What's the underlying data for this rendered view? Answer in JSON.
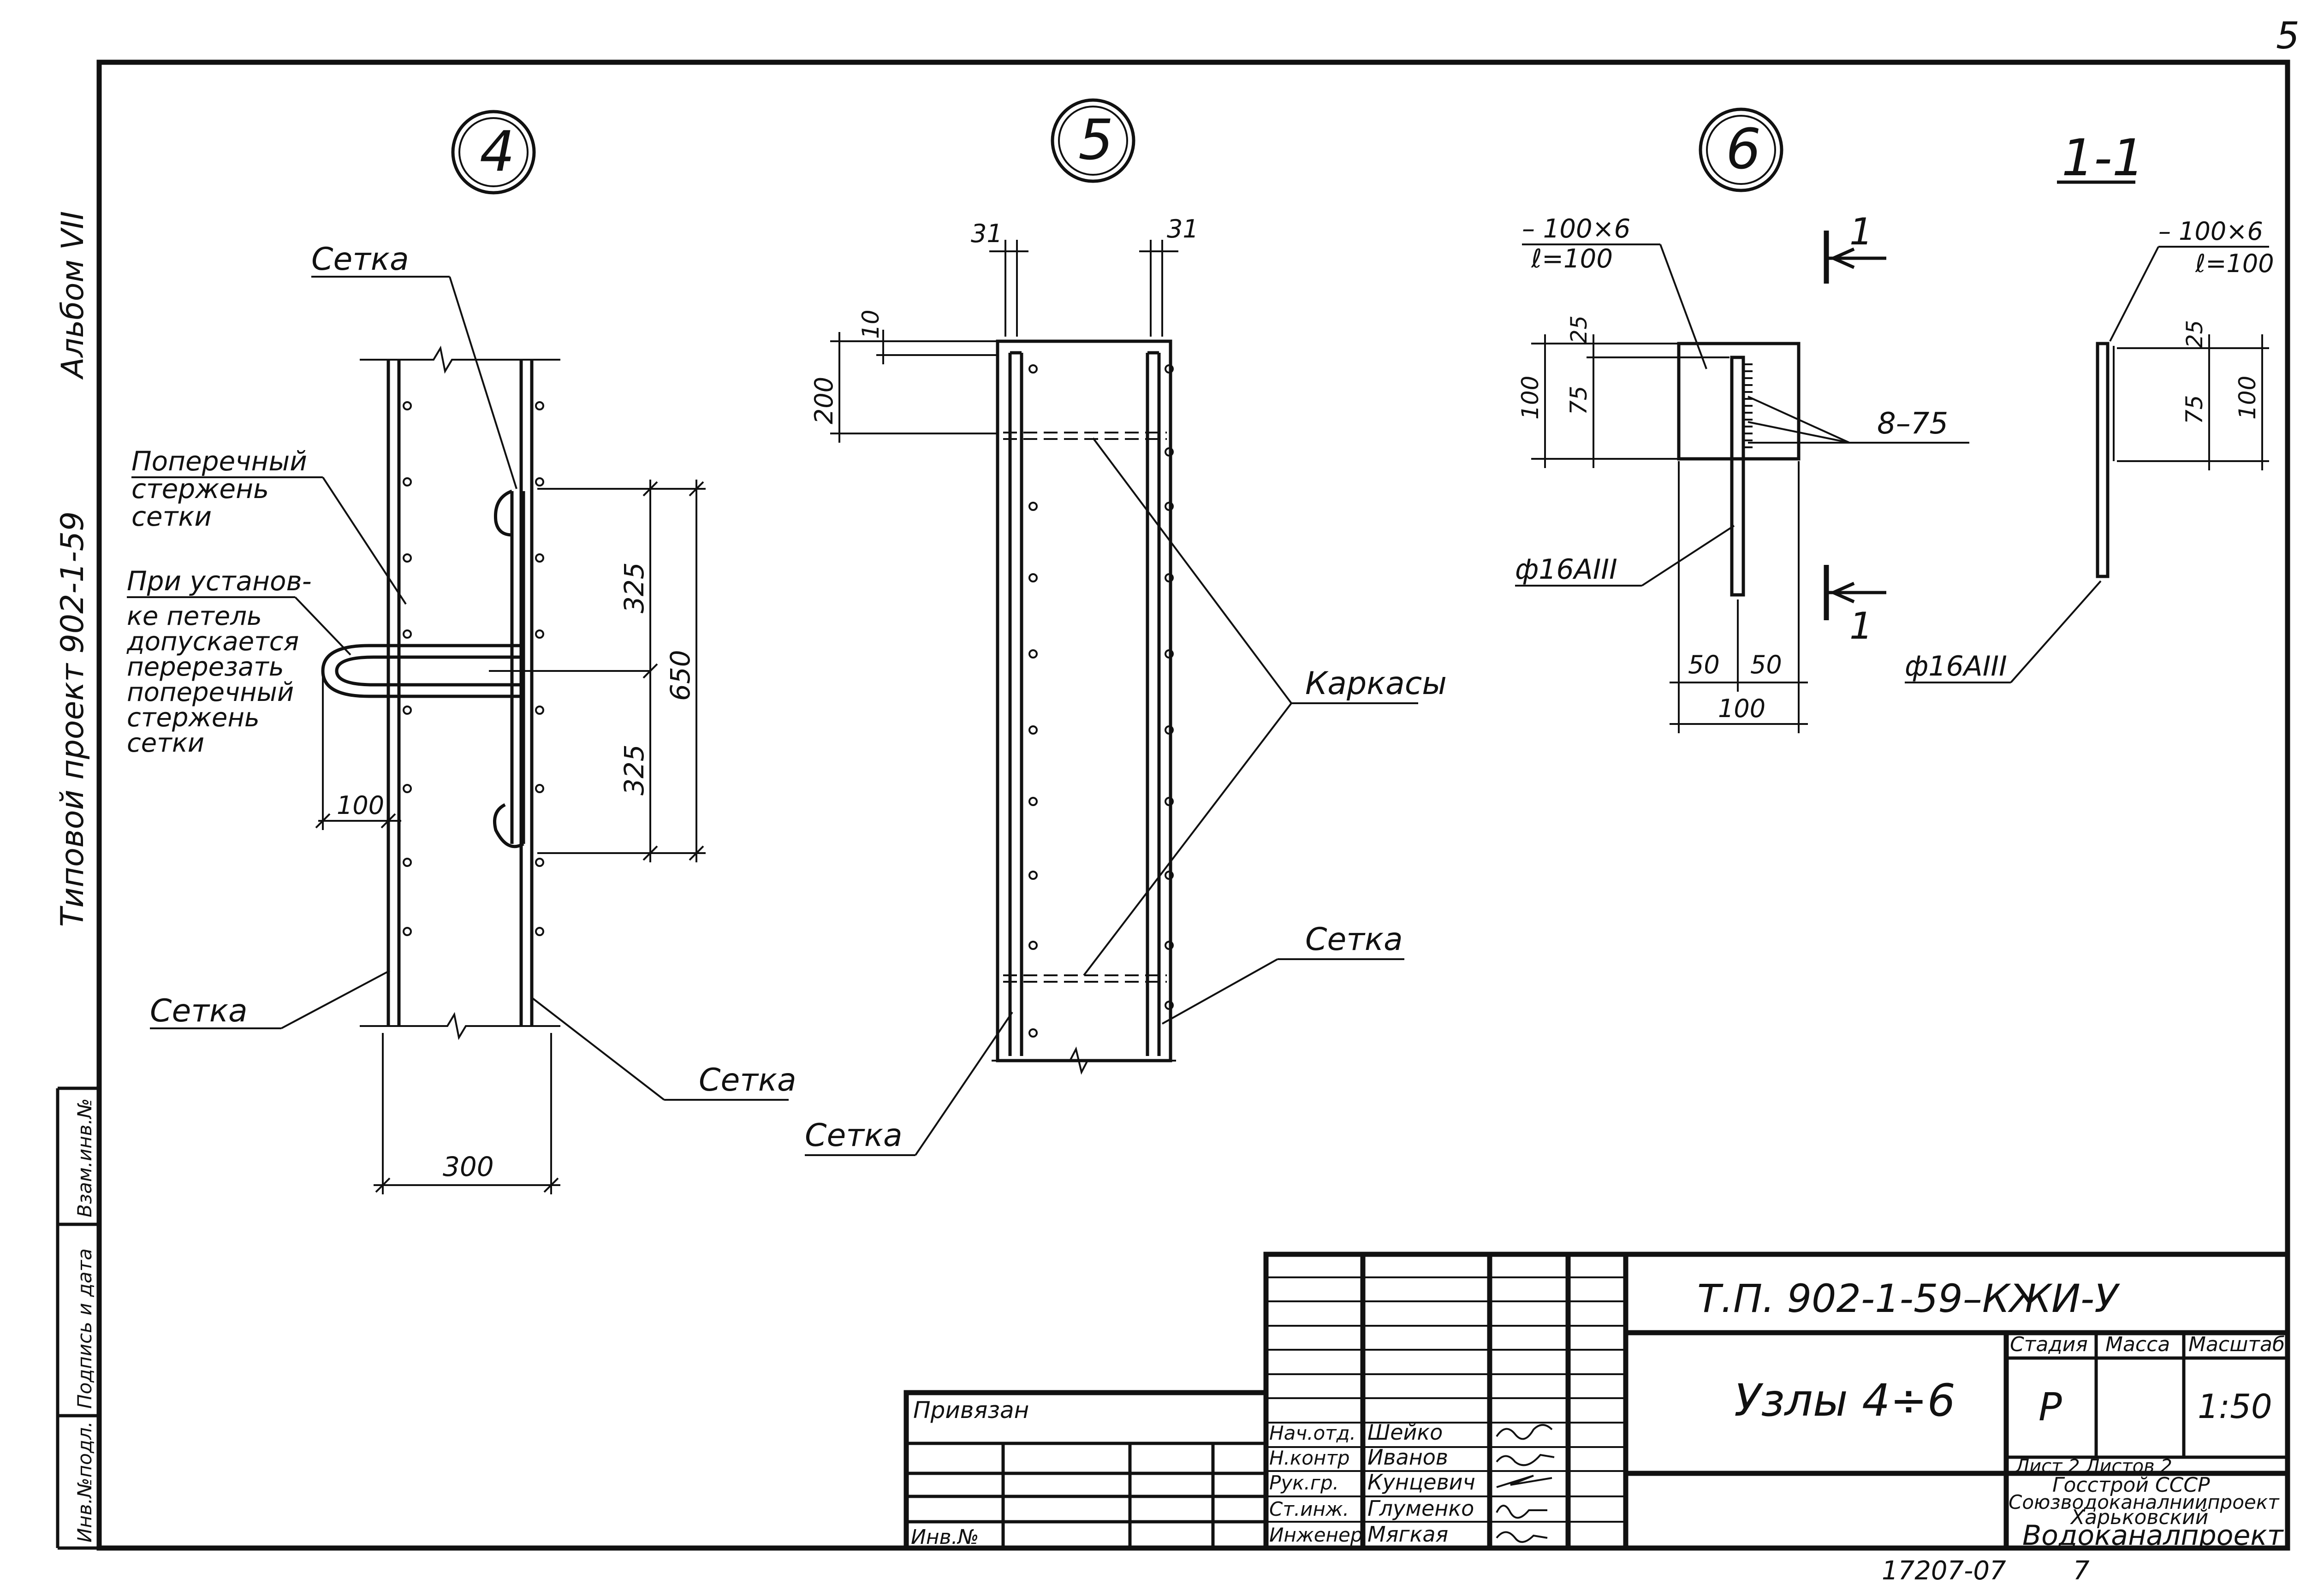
{
  "page_number": "5",
  "side_stamp": {
    "album": "Альбом VII",
    "project": "Типовой проект 902-1-59",
    "cells": [
      "Взам.инв.№",
      "Подпись и дата",
      "Инв.№подл."
    ]
  },
  "node4": {
    "marker": "4",
    "labels": {
      "setka_top": "Сетка",
      "poperechny": [
        "Поперечный",
        "стержень",
        "сетки"
      ],
      "note": [
        "При установ-",
        "ке петель",
        "допускается",
        "перерезать",
        "поперечный",
        "стержень",
        "сетки"
      ],
      "setka_left": "Сетка",
      "setka_right": "Сетка"
    },
    "dims": {
      "d325a": "325",
      "d325b": "325",
      "d650": "650",
      "d100": "100",
      "d300": "300"
    }
  },
  "node5": {
    "marker": "5",
    "labels": {
      "karkasy": "Каркасы",
      "setka_right": "Сетка",
      "setka_bottom": "Сетка"
    },
    "dims": {
      "d31a": "31",
      "d31b": "31",
      "d10": "10",
      "d200": "200"
    }
  },
  "node6": {
    "marker": "6",
    "labels": {
      "plate": "– 100×6",
      "plate_len": "ℓ=100",
      "weld": "8–75",
      "bar": "ф16АIII"
    },
    "dims": {
      "d25": "25",
      "d100v": "100",
      "d75": "75",
      "d50a": "50",
      "d50b": "50",
      "d100h": "100"
    },
    "section_mark": "1"
  },
  "section11": {
    "title": "1-1",
    "labels": {
      "plate": "– 100×6",
      "plate_len": "ℓ=100",
      "bar": "ф16АIII"
    },
    "dims": {
      "d25": "25",
      "d75": "75",
      "d100": "100"
    }
  },
  "title_block": {
    "code": "Т.П. 902-1-59–КЖИ-У",
    "title": "Узлы 4÷6",
    "privyazan": "Привязан",
    "inv_label": "Инв.№",
    "headers": {
      "stage": "Стадия",
      "mass": "Масса",
      "scale": "Масштаб"
    },
    "stage": "Р",
    "mass": "",
    "scale": "1:50",
    "sheet_info": "Лист 2  Листов 2",
    "org": [
      "Госстрой СССР",
      "Союзводоканалниипроект",
      "Харьковский",
      "Водоканалпроект"
    ],
    "people": [
      {
        "role": "Нач.отд.",
        "name": "Шейко"
      },
      {
        "role": "Н.контр",
        "name": "Иванов"
      },
      {
        "role": "Рук.гр.",
        "name": "Кунцевич"
      },
      {
        "role": "Ст.инж.",
        "name": "Глуменко"
      },
      {
        "role": "Инженер",
        "name": "Мягкая"
      }
    ]
  },
  "bottom_code": "17207-07",
  "bottom_sheet": "7"
}
